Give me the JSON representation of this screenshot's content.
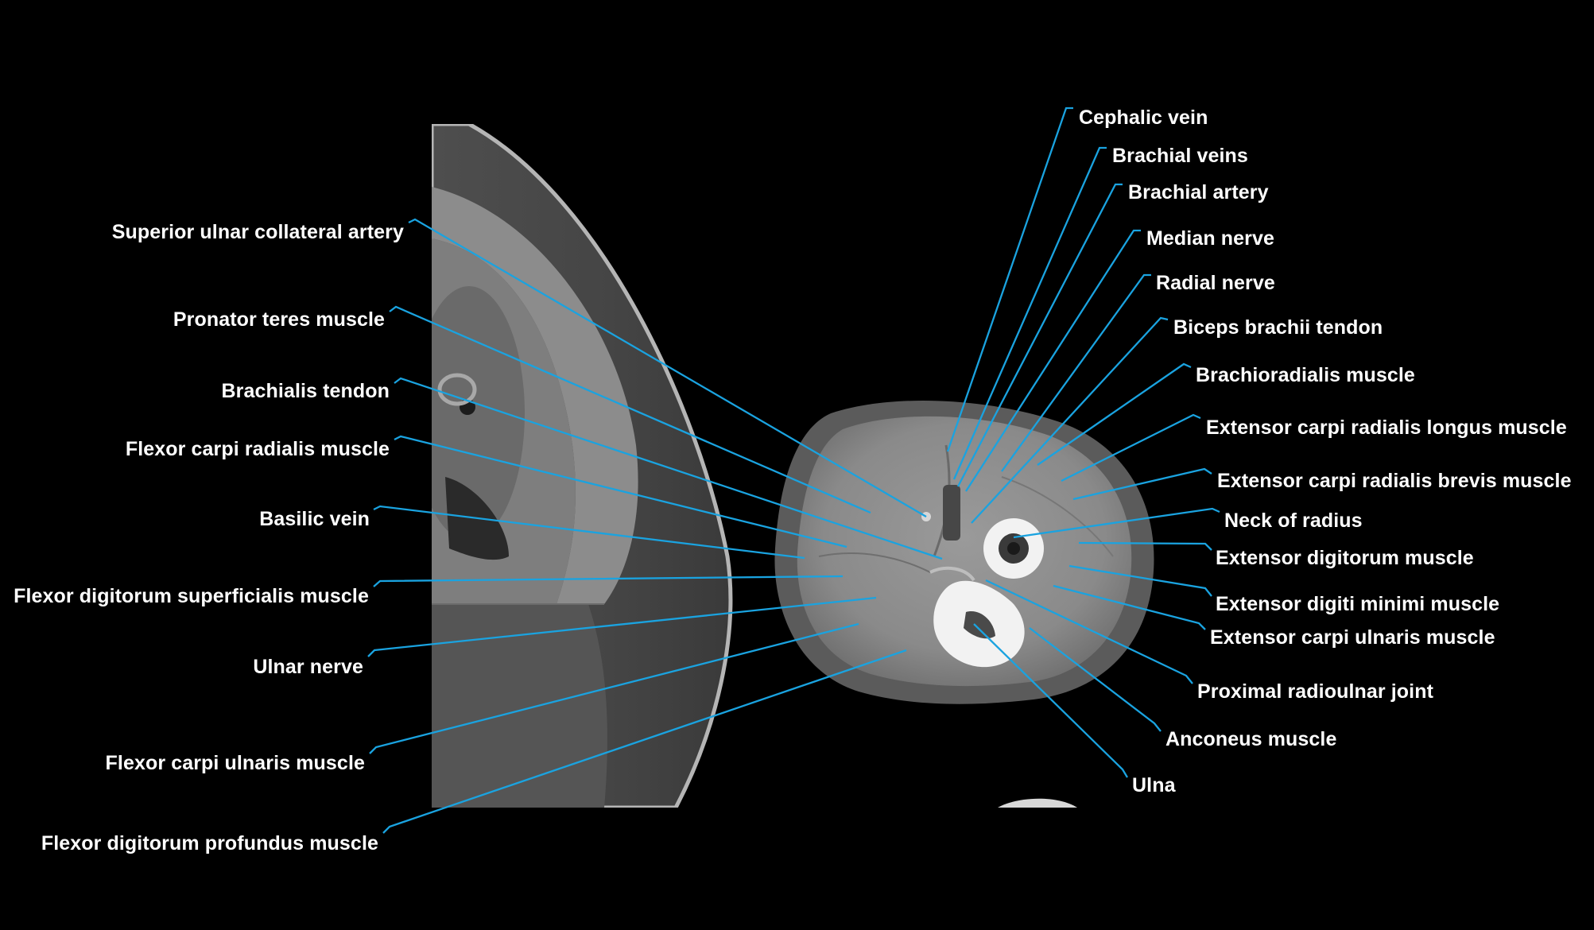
{
  "colors": {
    "background": "#000000",
    "label_text": "#ffffff",
    "leader_line": "#1aa3e0"
  },
  "images": {
    "left_panel": "axial CT cross-section of the upper arm (partial view)",
    "right_panel": "axial CT cross-section of the forearm at the level of the proximal radioulnar joint"
  },
  "labels": {
    "left": [
      {
        "id": "superior-ulnar-collateral-artery",
        "text": "Superior ulnar collateral artery"
      },
      {
        "id": "pronator-teres-muscle",
        "text": "Pronator teres muscle"
      },
      {
        "id": "brachialis-tendon",
        "text": "Brachialis tendon"
      },
      {
        "id": "flexor-carpi-radialis-muscle",
        "text": "Flexor carpi radialis muscle"
      },
      {
        "id": "basilic-vein",
        "text": "Basilic vein"
      },
      {
        "id": "flexor-digitorum-superficialis-muscle",
        "text": "Flexor digitorum superficialis muscle"
      },
      {
        "id": "ulnar-nerve",
        "text": "Ulnar nerve"
      },
      {
        "id": "flexor-carpi-ulnaris-muscle",
        "text": "Flexor carpi ulnaris muscle"
      },
      {
        "id": "flexor-digitorum-profundus-muscle",
        "text": "Flexor digitorum profundus muscle"
      }
    ],
    "right": [
      {
        "id": "cephalic-vein",
        "text": "Cephalic vein"
      },
      {
        "id": "brachial-veins",
        "text": "Brachial veins"
      },
      {
        "id": "brachial-artery",
        "text": "Brachial artery"
      },
      {
        "id": "median-nerve",
        "text": "Median nerve"
      },
      {
        "id": "radial-nerve",
        "text": "Radial nerve"
      },
      {
        "id": "biceps-brachii-tendon",
        "text": "Biceps brachii tendon"
      },
      {
        "id": "brachioradialis-muscle",
        "text": "Brachioradialis muscle"
      },
      {
        "id": "extensor-carpi-radialis-longus-muscle",
        "text": "Extensor carpi radialis longus muscle"
      },
      {
        "id": "extensor-carpi-radialis-brevis-muscle",
        "text": "Extensor carpi radialis brevis muscle"
      },
      {
        "id": "neck-of-radius",
        "text": "Neck of radius"
      },
      {
        "id": "extensor-digitorum-muscle",
        "text": "Extensor digitorum muscle"
      },
      {
        "id": "extensor-digiti-minimi-muscle",
        "text": "Extensor digiti minimi muscle"
      },
      {
        "id": "extensor-carpi-ulnaris-muscle",
        "text": "Extensor carpi ulnaris muscle"
      },
      {
        "id": "proximal-radioulnar-joint",
        "text": "Proximal radioulnar joint"
      },
      {
        "id": "anconeus-muscle",
        "text": "Anconeus muscle"
      },
      {
        "id": "ulna",
        "text": "Ulna"
      }
    ]
  }
}
